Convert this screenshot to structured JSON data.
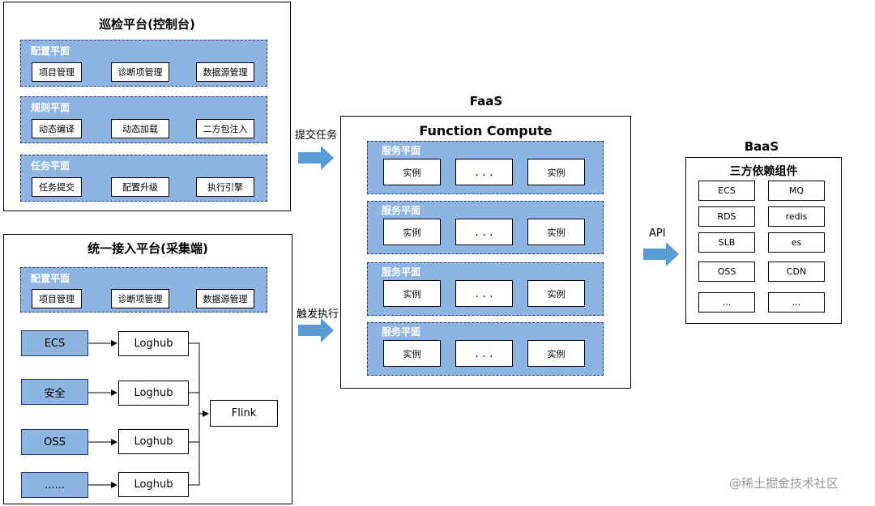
{
  "inspection": {
    "title": "巡检平台(控制台)",
    "planes": [
      {
        "label": "配置平面",
        "items": [
          "项目管理",
          "诊断项管理",
          "数据源管理"
        ]
      },
      {
        "label": "规则平面",
        "items": [
          "动态编译",
          "动态加载",
          "二方包注入"
        ]
      },
      {
        "label": "任务平面",
        "items": [
          "任务提交",
          "配置升级",
          "执行引擎"
        ]
      }
    ]
  },
  "access": {
    "title": "统一接入平台(采集端)",
    "plane": {
      "label": "配置平面",
      "items": [
        "项目管理",
        "诊断项管理",
        "数据源管理"
      ]
    },
    "sources": [
      "ECS",
      "安全",
      "OSS",
      "......"
    ],
    "loghub": [
      "Loghub",
      "Loghub",
      "Loghub",
      "Loghub"
    ],
    "sink": "Flink"
  },
  "arrows": {
    "submit": "提交任务",
    "trigger": "触发执行",
    "api": "API"
  },
  "faas": {
    "title": "FaaS",
    "inner_title": "Function Compute",
    "planes": [
      {
        "label": "服务平面",
        "items": [
          "实例",
          ". . .",
          "实例"
        ]
      },
      {
        "label": "服务平面",
        "items": [
          "实例",
          ". . .",
          "实例"
        ]
      },
      {
        "label": "服务平面",
        "items": [
          "实例",
          ". . .",
          "实例"
        ]
      },
      {
        "label": "服务平面",
        "items": [
          "实例",
          ". . .",
          "实例"
        ]
      }
    ]
  },
  "baas": {
    "title": "BaaS",
    "inner_title": "三方依赖组件",
    "items": [
      "ECS",
      "MQ",
      "RDS",
      "redis",
      "SLB",
      "es",
      "OSS",
      "CDN",
      "...",
      "..."
    ]
  },
  "watermark": "@稀土掘金技术社区",
  "colors": {
    "plane_fill": "#8db4e2",
    "arrow_fill": "#5b9bd5",
    "border": "#000000"
  }
}
